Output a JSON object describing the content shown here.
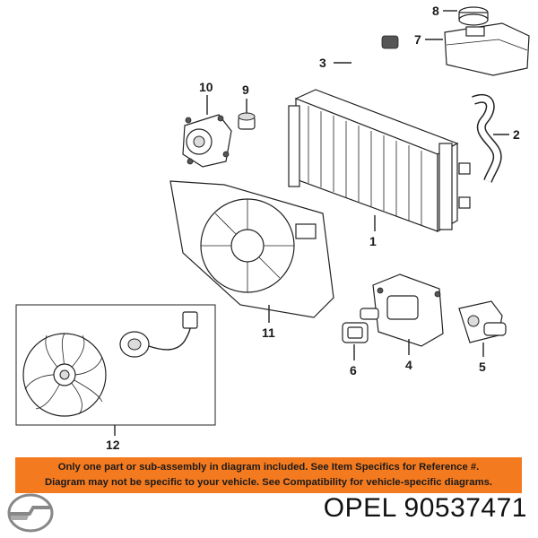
{
  "callouts": {
    "c1": "1",
    "c2": "2",
    "c3": "3",
    "c4": "4",
    "c5": "5",
    "c6": "6",
    "c7": "7",
    "c8": "8",
    "c9": "9",
    "c10": "10",
    "c11": "11",
    "c12": "12"
  },
  "notice": {
    "line1": "Only one part or sub-assembly in diagram included. See Item Specifics for Reference #.",
    "line2": "Diagram may not be specific to your vehicle. See Compatibility for vehicle-specific diagrams."
  },
  "part_number": "OPEL 90537471",
  "colors": {
    "notice_bg": "#f47a1f",
    "line": "#222222",
    "background": "#ffffff"
  },
  "logo_icon": "opel-lightning-ring-icon"
}
